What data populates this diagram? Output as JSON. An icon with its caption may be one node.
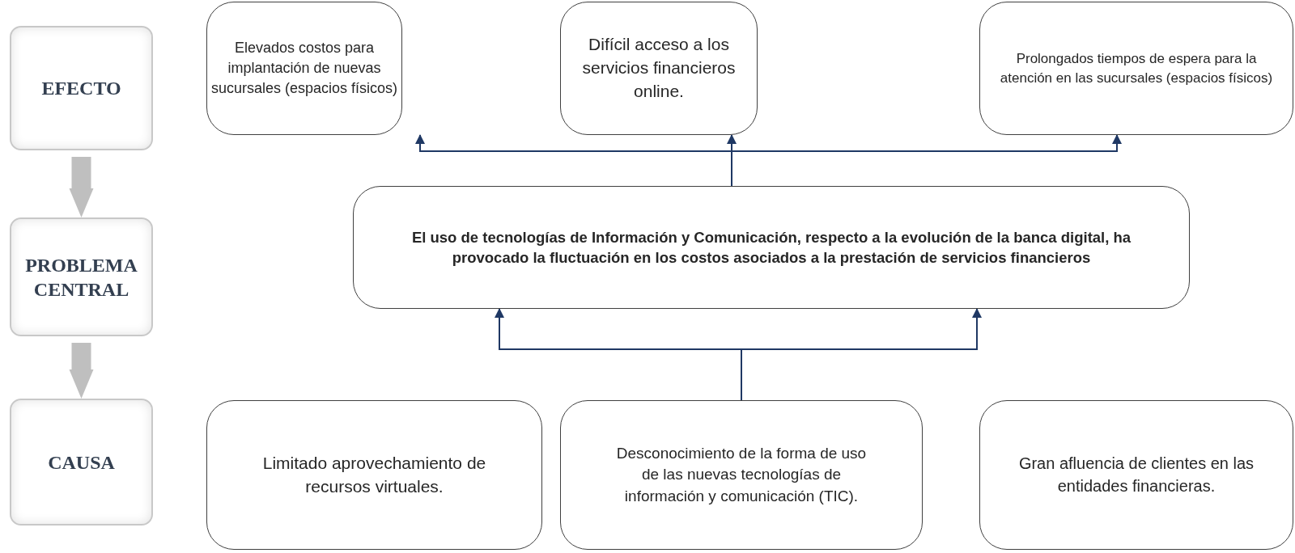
{
  "diagram": {
    "nodes": [
      {
        "text": [
          "EFECTO"
        ]
      },
      {
        "text": [
          "Elevados costos para implantación de nuevas sucursales (espacios físicos)"
        ]
      },
      {
        "text": [
          "Difícil acceso a los servicios financieros online."
        ]
      },
      {
        "text": [
          "Prolongados tiempos de espera para la atención en las sucursales (espacios físicos)"
        ]
      },
      {
        "text": [
          "PROBLEMA CENTRAL"
        ]
      },
      {
        "text": [
          "El uso de tecnologías de Información y Comunicación, respecto a la evolución de la banca digital, ha provocado la fluctuación en los costos asociados a la prestación de servicios financieros"
        ]
      },
      {
        "text": [
          "CAUSA"
        ]
      },
      {
        "text": [
          "Limitado aprovechamiento de recursos virtuales."
        ]
      },
      {
        "text": [
          "Desconocimiento de la forma de uso de las nuevas tecnologías de información y comunicación (TIC)."
        ]
      },
      {
        "text": [
          "Gran afluencia de clientes en las entidades financieras."
        ]
      }
    ],
    "edges": [
      {
        "from": 0,
        "to": 4,
        "arrow": "to",
        "style": "thick",
        "color": "#bfbfbf"
      },
      {
        "from": 4,
        "to": 6,
        "arrow": "to",
        "style": "thick",
        "color": "#bfbfbf"
      },
      {
        "from": 5,
        "to": 1,
        "arrow": "to"
      },
      {
        "from": 5,
        "to": 2,
        "arrow": "to"
      },
      {
        "from": 5,
        "to": 3,
        "arrow": "to"
      },
      {
        "from": 8,
        "to": 5,
        "arrow": "to"
      },
      {
        "from": 8,
        "to": 5,
        "arrow": "to"
      }
    ]
  }
}
